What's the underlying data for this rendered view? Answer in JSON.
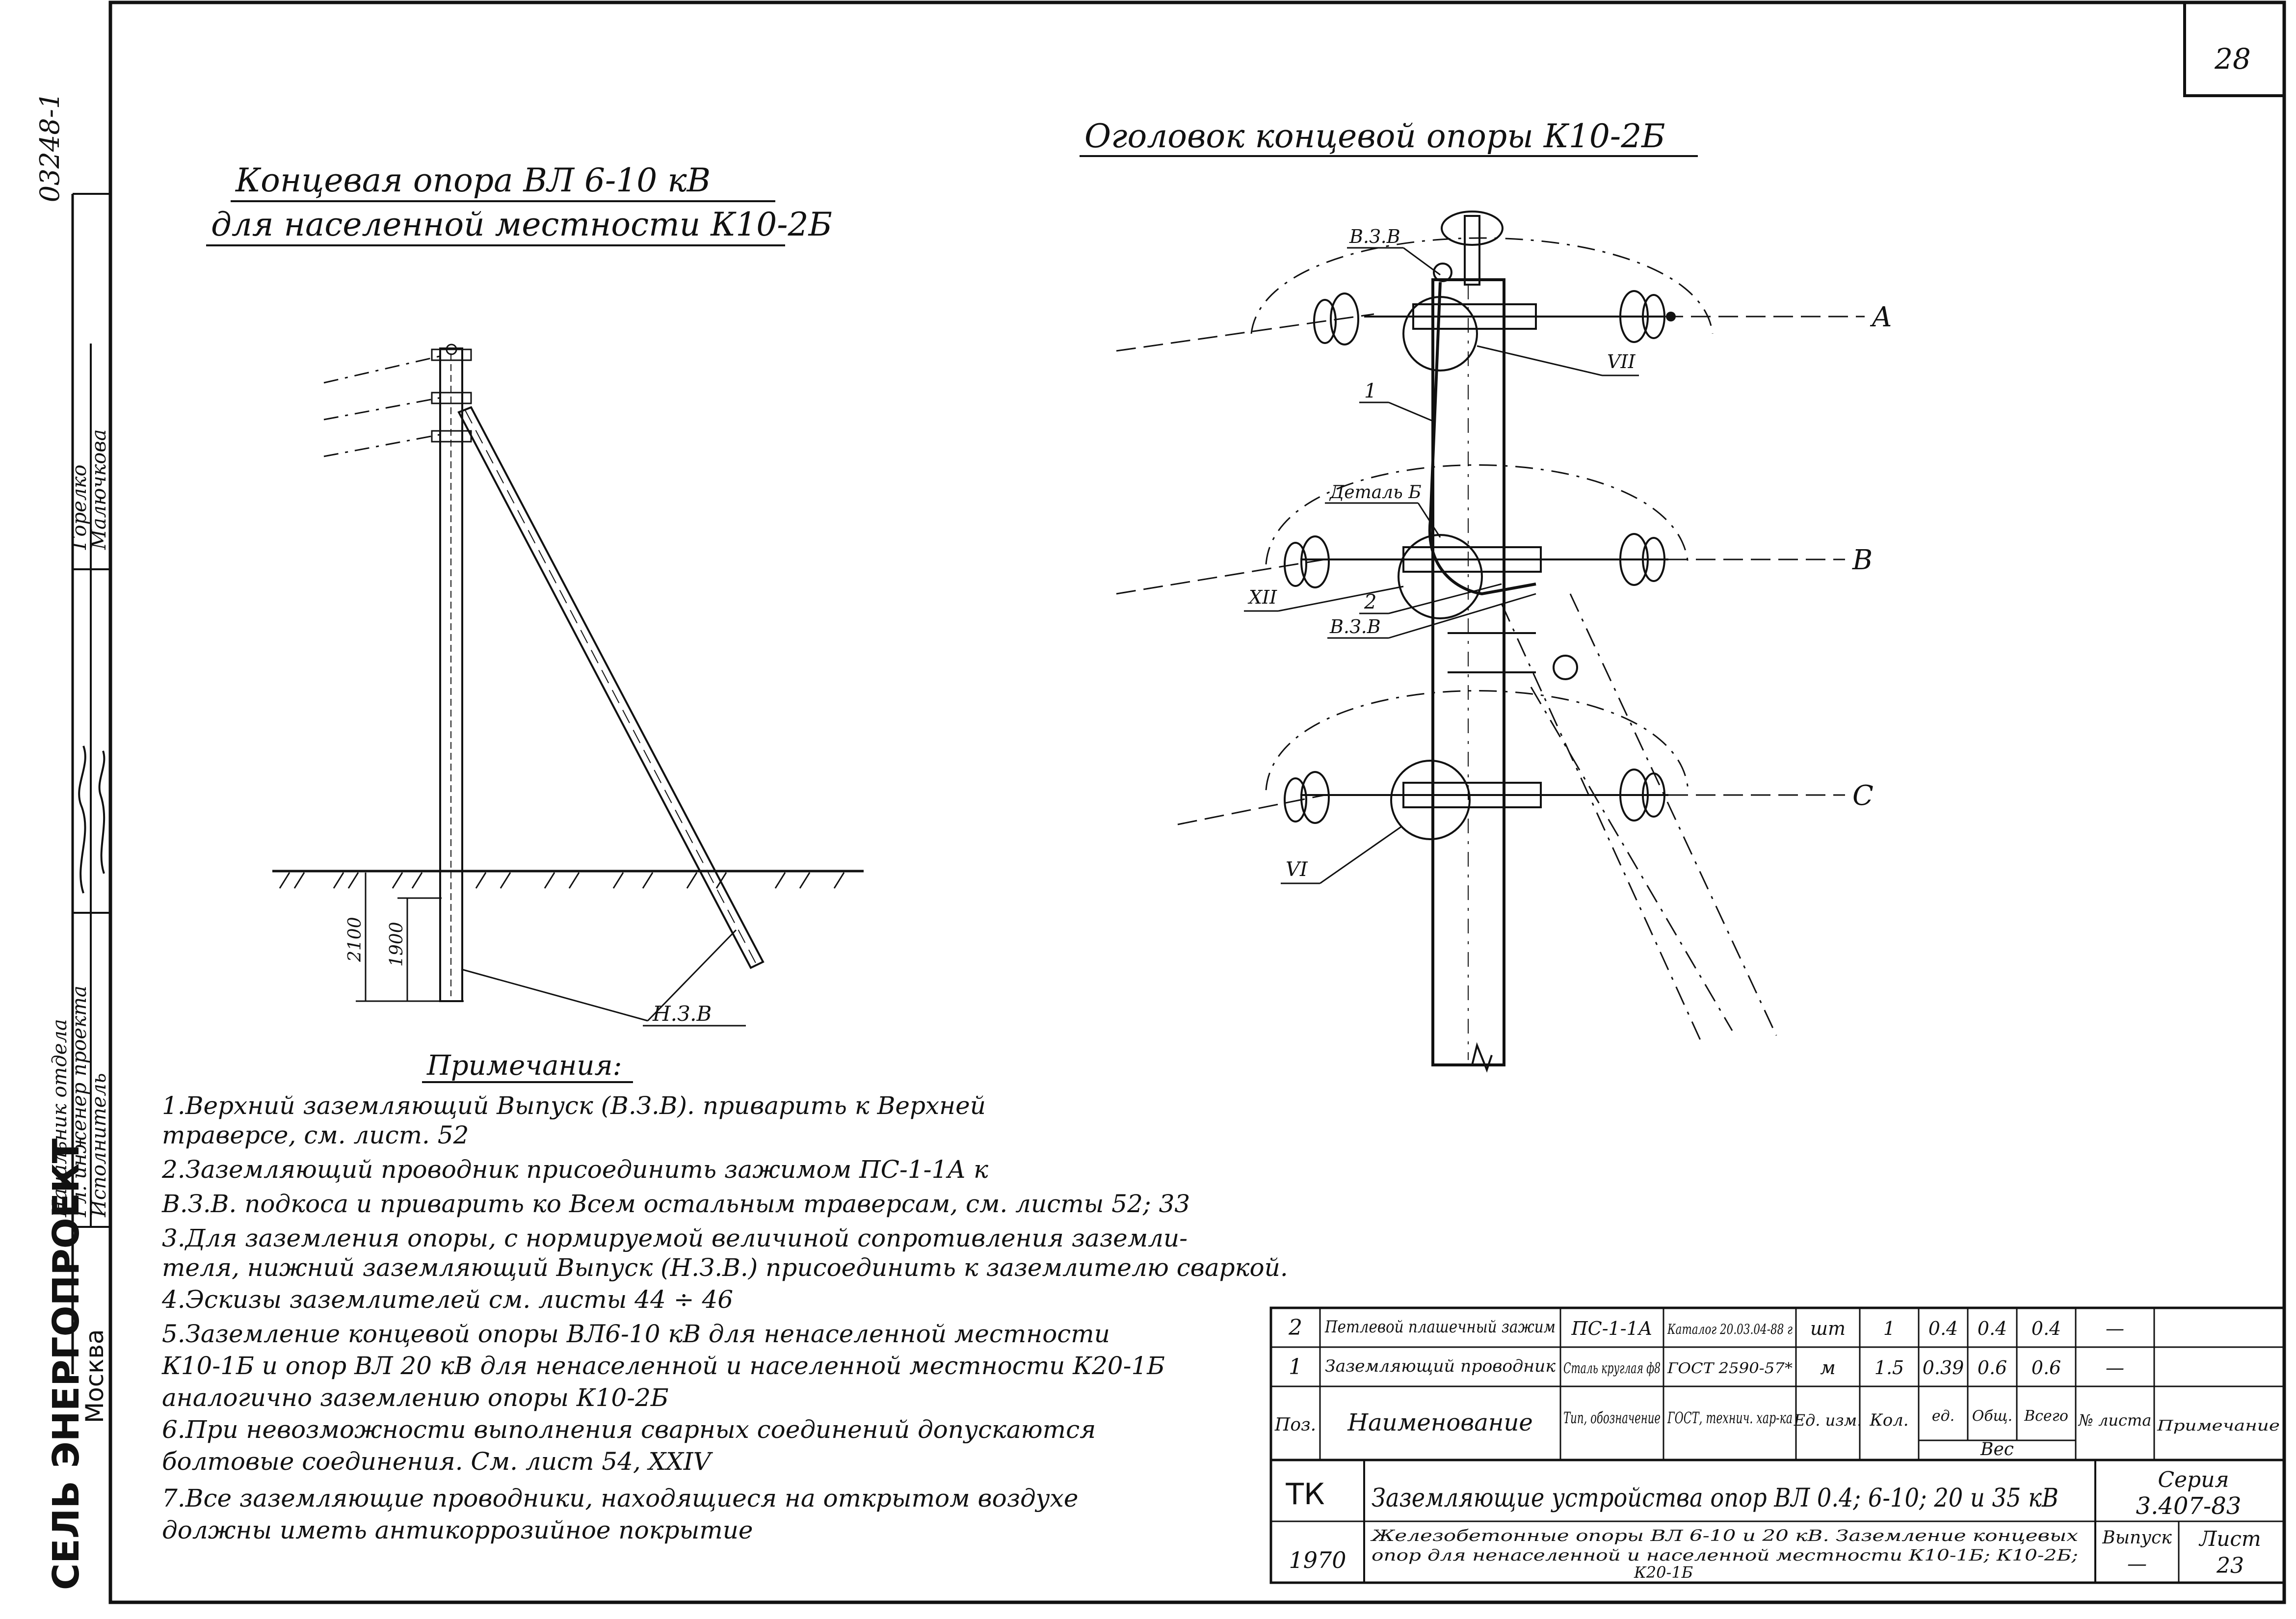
{
  "sheet": {
    "page_number": "28",
    "archive_number": "03248-1"
  },
  "side_stamp": {
    "org": "СЕЛЬ ЭНЕРГОПРОЕКТ",
    "city": "Москва",
    "roles": [
      "Начальник отдела",
      "Гл. инженер проекта",
      "Исполнитель"
    ],
    "names": [
      "Горелко",
      "Малючкова"
    ]
  },
  "left_view": {
    "title_line1": "Концевая опора ВЛ 6-10 кВ",
    "title_line2": "для населенной местности К10-2Б",
    "dim_2100": "2100",
    "dim_1900": "1900",
    "label_nzv": "Н.З.В"
  },
  "right_view": {
    "title": "Оголовок концевой опоры К10-2Б",
    "label_vzv_top": "В.З.В",
    "label_vzv_mid": "В.З.В",
    "label_detail_b": "Деталь Б",
    "label_1": "1",
    "label_2": "2",
    "label_vii": "VII",
    "label_xii": "XII",
    "label_vi": "VI",
    "phase_a": "A",
    "phase_b": "B",
    "phase_c": "C"
  },
  "notes": {
    "heading": "Примечания:",
    "lines": [
      "1.Верхний заземляющий Выпуск (В.З.В). приварить к Верхней",
      "траверсе, см. лист. 52",
      "2.Заземляющий проводник присоединить зажимом ПС-1-1А к",
      "В.З.В. подкоса и приварить ко Всем остальным траверсам, см. листы 52; 33",
      "3.Для заземления опоры, с нормируемой величиной сопротивления заземли-",
      "теля, нижний заземляющий Выпуск (Н.З.В.) присоединить к заземлителю сваркой.",
      "4.Эскизы заземлителей см. листы 44 ÷ 46",
      "5.Заземление концевой опоры ВЛ6-10 кВ для ненаселенной местности",
      "К10-1Б и опор ВЛ 20 кВ для ненаселенной и населенной местности К20-1Б",
      "аналогично заземлению опоры К10-2Б",
      "6.При невозможности выполнения сварных соединений допускаются",
      "болтовые соединения. См. лист 54, XXIV",
      "7.Все заземляющие проводники, находящиеся на открытом воздухе",
      "должны иметь антикоррозийное покрытие"
    ]
  },
  "spec_table": {
    "rows": [
      [
        "2",
        "Петлевой плашечный зажим",
        "ПС-1-1А",
        "Каталог 20.03.04-88 г",
        "шт",
        "1",
        "0.4",
        "0.4",
        "0.4",
        "—",
        ""
      ],
      [
        "1",
        "Заземляющий проводник",
        "Сталь круглая ф8",
        "ГОСТ 2590-57*",
        "м",
        "1.5",
        "0.39",
        "0.6",
        "0.6",
        "—",
        ""
      ]
    ],
    "header": {
      "pos": "Поз.",
      "name": "Наименование",
      "type": "Тип, обозначение",
      "gost": "ГОСТ, технич. хар-ка",
      "unit": "Ед. изм.",
      "qty": "Кол.",
      "w_unit": "ед.",
      "w_total": "Общ.",
      "w_all": "Всего",
      "weight": "Вес",
      "sheet_no": "№ листа",
      "remark": "Примечание"
    }
  },
  "title_block": {
    "code": "ТК",
    "year": "1970",
    "title": "Заземляющие устройства опор ВЛ 0.4; 6-10; 20 и 35 кВ",
    "subtitle_line1": "Железобетонные опоры ВЛ 6-10 и 20 кВ. Заземление концевых",
    "subtitle_line2": "опор для ненаселенной и населенной местности К10-1Б; К10-2Б;",
    "subtitle_line3": "К20-1Б",
    "series_label": "Серия",
    "series_value": "3.407-83",
    "issue_label": "Выпуск",
    "issue_value": "—",
    "sheet_label": "Лист",
    "sheet_value": "23"
  }
}
